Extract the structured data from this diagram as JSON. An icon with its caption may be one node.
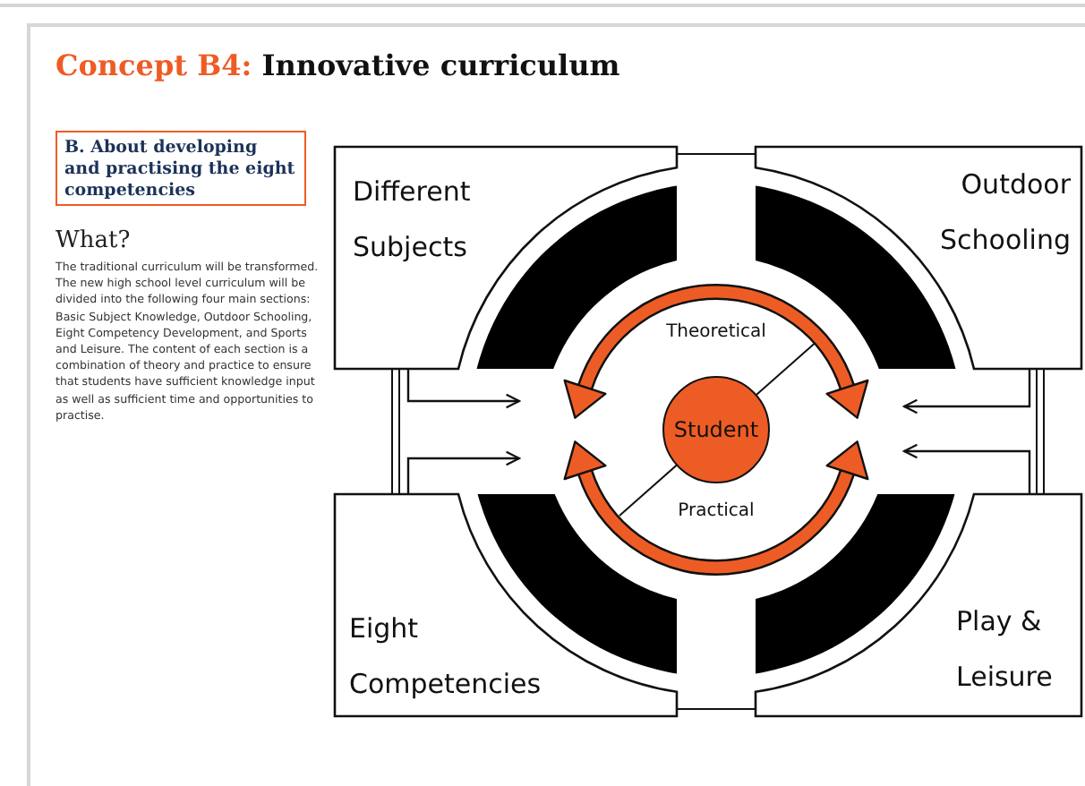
{
  "diagram": {
    "title": "Concept B4: Innovative curriculum",
    "nodes": [
      {
        "text": [
          "B. About developing and practising the eight competencies"
        ]
      },
      {
        "text": [
          "Different Subjects"
        ]
      },
      {
        "text": [
          "Outdoor Schooling"
        ]
      },
      {
        "text": [
          "Eight Competencies"
        ]
      },
      {
        "text": [
          "Play & Leisure"
        ]
      },
      {
        "text": [
          "Student"
        ]
      }
    ],
    "edges": [
      {
        "from": 1,
        "to": null,
        "arrow": "to"
      },
      {
        "from": 3,
        "to": null,
        "arrow": "to"
      },
      {
        "from": 2,
        "to": null,
        "arrow": "to"
      },
      {
        "from": 4,
        "to": null,
        "arrow": "to"
      }
    ],
    "labels": [
      "What?",
      "The traditional curriculum will be transformed. The new high school level curriculum will be divided into the following four main sections: Basic Subject Knowledge, Outdoor Schooling, Eight Competency Development, and Sports and Leisure. The content of each section is a combination of theory and practice to ensure that students have sufficient knowledge input as well as sufficient time and opportunities to practise.",
      "Theoretical",
      "Practical"
    ]
  }
}
